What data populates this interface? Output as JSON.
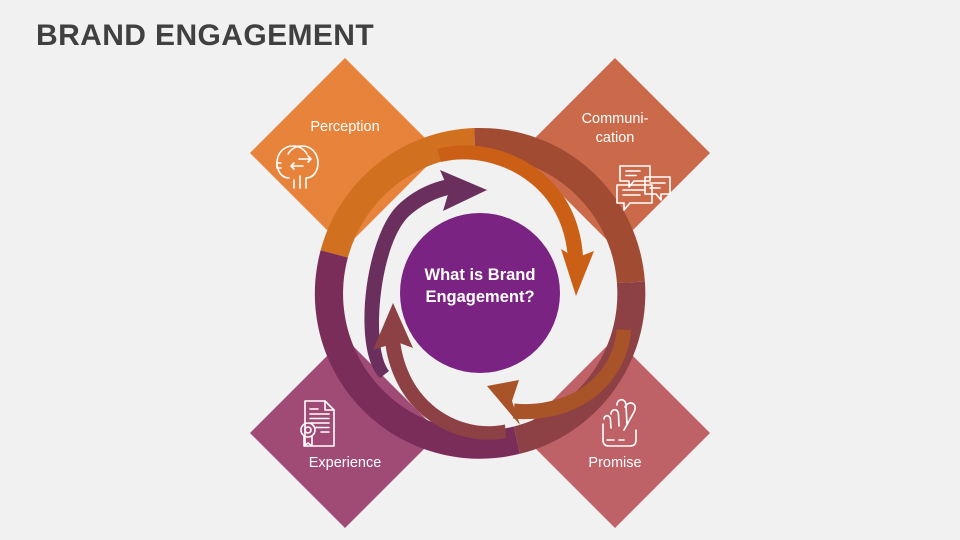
{
  "slide": {
    "title": "BRAND ENGAGEMENT",
    "background_color": "#f1f1f1",
    "title_color": "#404040"
  },
  "center": {
    "label": "What is Brand\nEngagement?",
    "color": "#7B2382",
    "text_color": "#ffffff"
  },
  "nodes": [
    {
      "id": "perception",
      "label": "Perception",
      "icon": "two-heads-icon",
      "color": "#E8833C",
      "band_color": "#D1701F",
      "position": "top-left"
    },
    {
      "id": "communication",
      "label": "Communi-\ncation",
      "icon": "speech-bubbles-icon",
      "color": "#CB6A4B",
      "band_color": "#A04B32",
      "position": "top-right"
    },
    {
      "id": "experience",
      "label": "Experience",
      "icon": "certificate-icon",
      "color": "#A04A76",
      "band_color": "#7B2D5A",
      "position": "bottom-left"
    },
    {
      "id": "promise",
      "label": "Promise",
      "icon": "crossed-fingers-icon",
      "color": "#BE6268",
      "band_color": "#8E4144",
      "position": "bottom-right"
    }
  ],
  "arrows": [
    {
      "id": "arrow-top-left",
      "direction": "clockwise-to-top-right",
      "color": "#6B2F5E"
    },
    {
      "id": "arrow-right",
      "direction": "clockwise-downward",
      "color": "#CC5F16"
    },
    {
      "id": "arrow-bottom",
      "direction": "clockwise-to-left",
      "color": "#A95328"
    },
    {
      "id": "arrow-left",
      "direction": "clockwise-upward",
      "color": "#8E4144"
    }
  ]
}
